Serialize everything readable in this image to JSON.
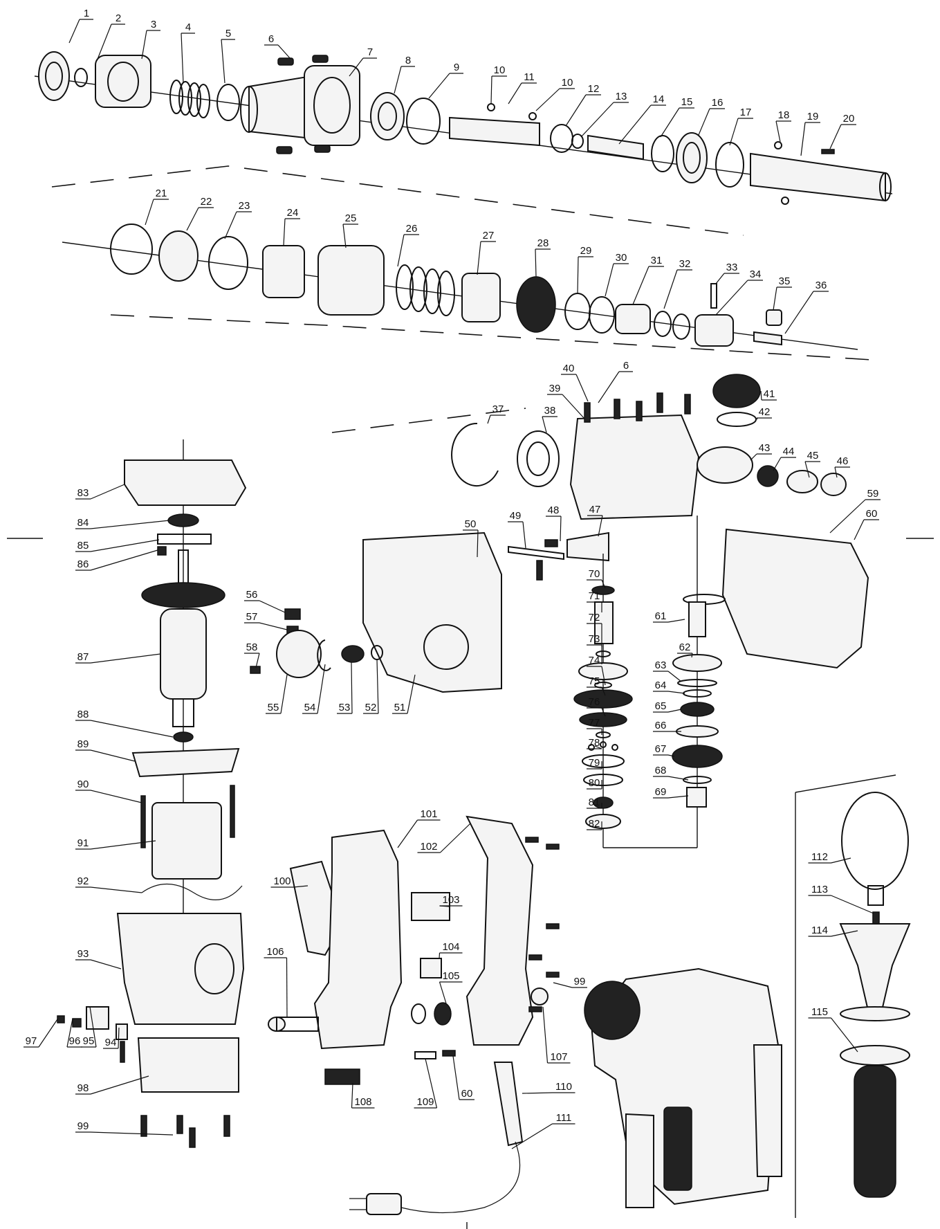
{
  "part_labels": [
    "1",
    "2",
    "3",
    "4",
    "5",
    "6",
    "7",
    "8",
    "9",
    "10",
    "11",
    "10",
    "12",
    "13",
    "14",
    "15",
    "16",
    "17",
    "18",
    "19",
    "20",
    "21",
    "22",
    "23",
    "24",
    "25",
    "26",
    "27",
    "28",
    "29",
    "30",
    "31",
    "32",
    "33",
    "34",
    "35",
    "36",
    "6",
    "40",
    "39",
    "41",
    "42",
    "37",
    "38",
    "43",
    "44",
    "45",
    "46",
    "59",
    "60",
    "50",
    "49",
    "48",
    "47",
    "70",
    "71",
    "72",
    "73",
    "74",
    "75",
    "76",
    "77",
    "78",
    "79",
    "80",
    "81",
    "82",
    "61",
    "62",
    "63",
    "64",
    "65",
    "66",
    "67",
    "68",
    "69",
    "83",
    "84",
    "85",
    "86",
    "87",
    "56",
    "57",
    "58",
    "55",
    "54",
    "53",
    "52",
    "51",
    "88",
    "89",
    "90",
    "91",
    "92",
    "93",
    "101",
    "102",
    "103",
    "100",
    "104",
    "105",
    "99",
    "106",
    "97",
    "96",
    "95",
    "94",
    "107",
    "98",
    "99",
    "108",
    "109",
    "60",
    "110",
    "111",
    "112",
    "113",
    "114",
    "115"
  ]
}
